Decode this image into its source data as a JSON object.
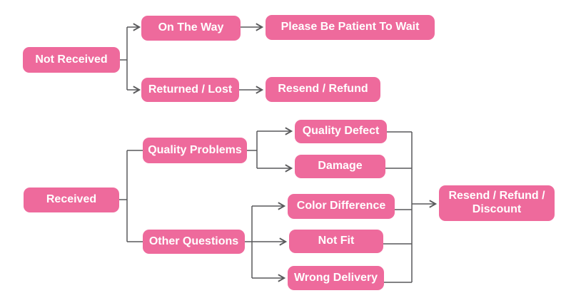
{
  "colors": {
    "node_fill": "#ee6a9c",
    "node_text": "#ffffff",
    "connector": "#59595b",
    "background": "#ffffff"
  },
  "nodes": {
    "not_received": "Not Received",
    "on_the_way": "On The Way",
    "please_wait": "Please Be Patient To Wait",
    "returned_lost": "Returned / Lost",
    "resend_refund": "Resend / Refund",
    "received": "Received",
    "quality_problems": "Quality Problems",
    "other_questions": "Other Questions",
    "quality_defect": "Quality Defect",
    "damage": "Damage",
    "color_difference": "Color Difference",
    "not_fit": "Not Fit",
    "wrong_delivery": "Wrong Delivery",
    "resend_refund_discount": "Resend / Refund / Discount"
  },
  "edges": [
    {
      "from": "not_received",
      "to": "on_the_way"
    },
    {
      "from": "not_received",
      "to": "returned_lost"
    },
    {
      "from": "on_the_way",
      "to": "please_wait"
    },
    {
      "from": "returned_lost",
      "to": "resend_refund"
    },
    {
      "from": "received",
      "to": "quality_problems"
    },
    {
      "from": "received",
      "to": "other_questions"
    },
    {
      "from": "quality_problems",
      "to": "quality_defect"
    },
    {
      "from": "quality_problems",
      "to": "damage"
    },
    {
      "from": "other_questions",
      "to": "color_difference"
    },
    {
      "from": "other_questions",
      "to": "not_fit"
    },
    {
      "from": "other_questions",
      "to": "wrong_delivery"
    },
    {
      "from": "quality_defect",
      "to": "resend_refund_discount"
    },
    {
      "from": "damage",
      "to": "resend_refund_discount"
    },
    {
      "from": "color_difference",
      "to": "resend_refund_discount"
    },
    {
      "from": "not_fit",
      "to": "resend_refund_discount"
    },
    {
      "from": "wrong_delivery",
      "to": "resend_refund_discount"
    }
  ]
}
